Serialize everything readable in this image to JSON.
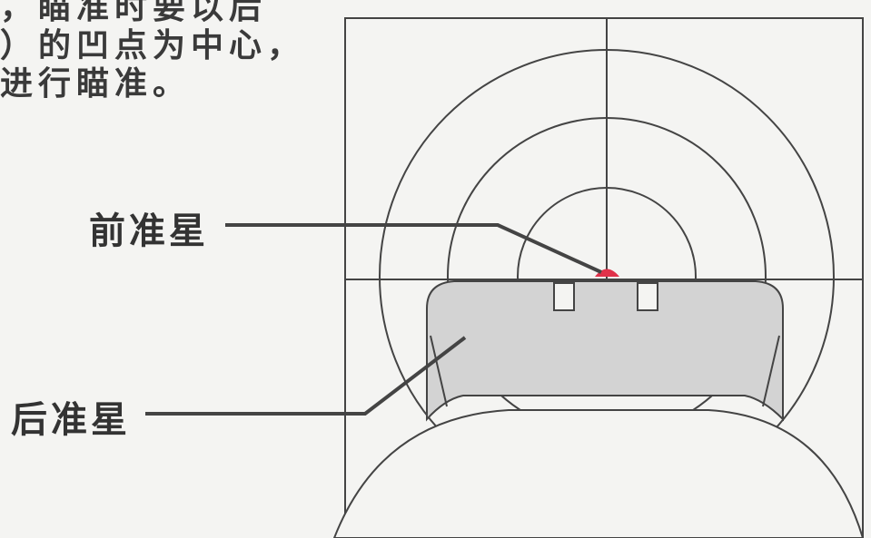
{
  "caption": {
    "lines": [
      "，瞄准时要以后",
      "）的凹点为中心，",
      "进行瞄准。"
    ]
  },
  "labels": {
    "front_sight": "前准星",
    "rear_sight": "后准星"
  },
  "colors": {
    "line": "#444444",
    "sight_fill": "#d3d3d3",
    "dot": "#e0314a",
    "background": "#f4f4f2"
  }
}
